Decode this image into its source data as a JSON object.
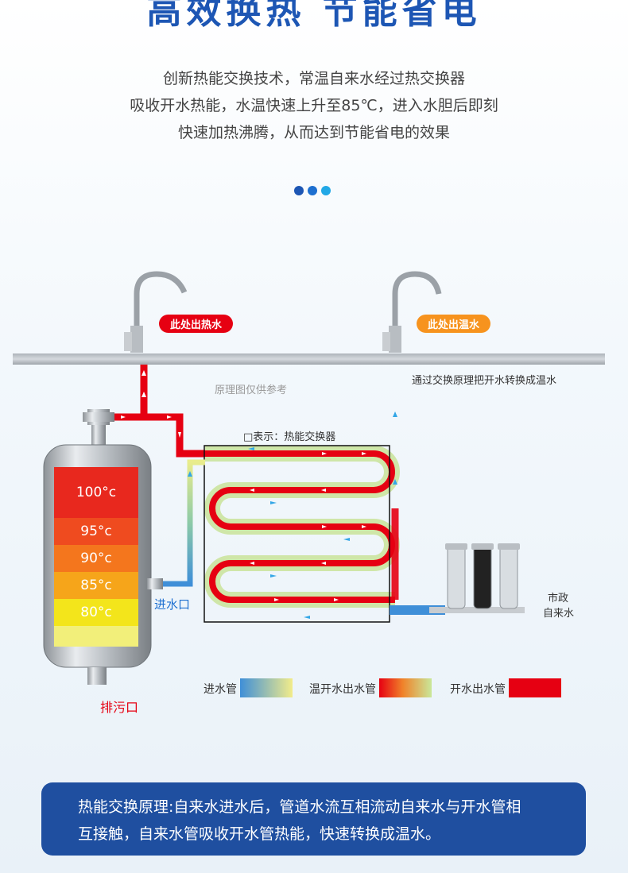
{
  "title": "高效换热 节能省电",
  "intro": {
    "line1": "创新热能交换技术，常温自来水经过热交换器",
    "line2": "吸收开水热能，水温快速上升至85℃，进入水胆后即刻",
    "line3": "快速加热沸腾，从而达到节能省电的效果"
  },
  "dots": [
    "#1d56b4",
    "#1d6fd0",
    "#22a8e6"
  ],
  "diagram": {
    "hot_outlet": "此处出热水",
    "warm_outlet": "此处出温水",
    "reference_note": "原理图仅供参考",
    "exchange_note": "通过交换原理把开水转换成温水",
    "legend_box": "□表示：热能交换器",
    "inlet_port": "进水口",
    "drain_port": "排污口",
    "municipal_1": "市政",
    "municipal_2": "自来水",
    "tank_levels": [
      {
        "label": "100°c",
        "color": "#e8281e"
      },
      {
        "label": "95°c",
        "color": "#ef4b1f"
      },
      {
        "label": "90°c",
        "color": "#f4761d"
      },
      {
        "label": "85°c",
        "color": "#f6a51a"
      },
      {
        "label": "80°c",
        "color": "#f3e51b"
      },
      {
        "label": "",
        "color": "#f2ef7a"
      }
    ],
    "colors": {
      "hot": "#e60012",
      "warm_green": "#c9e89a",
      "cold": "#3f8fd8",
      "orange": "#f7931e"
    }
  },
  "legend": {
    "inlet_pipe": "进水管",
    "warm_pipe": "温开水出水管",
    "boiling_pipe": "开水出水管"
  },
  "bottom": {
    "line1": "热能交换原理:自来水进水后，管道水流互相流动自来水与开水管相",
    "line2": "互接触，自来水管吸收开水管热能，快速转换成温水。"
  }
}
